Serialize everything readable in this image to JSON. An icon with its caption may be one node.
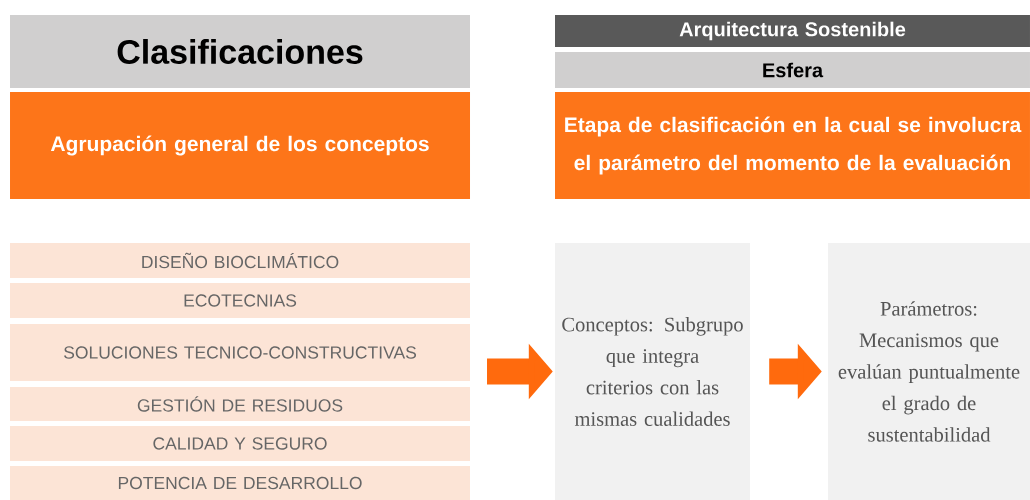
{
  "diagram": {
    "nodes": [
      {
        "text": [
          "Clasificaciones"
        ]
      },
      {
        "text": [
          "Agrupación general de los conceptos"
        ]
      },
      {
        "text": [
          "Arquitectura Sostenible"
        ]
      },
      {
        "text": [
          "Esfera"
        ]
      },
      {
        "text": [
          "Etapa de clasificación en la cual se involucra el parámetro del momento de la evaluación"
        ]
      },
      {
        "text": [
          "DISEÑO BIOCLIMÁTICO"
        ]
      },
      {
        "text": [
          "ECOTECNIAS"
        ]
      },
      {
        "text": [
          "SOLUCIONES TECNICO-CONSTRUCTIVAS"
        ]
      },
      {
        "text": [
          "GESTIÓN DE RESIDUOS"
        ]
      },
      {
        "text": [
          "CALIDAD Y SEGURO"
        ]
      },
      {
        "text": [
          "POTENCIA DE DESARROLLO"
        ]
      },
      {
        "text": [
          "Conceptos: Subgrupo que integra criterios con las mismas cualidades"
        ]
      },
      {
        "text": [
          "Parámetros: Mecanismos que evalúan puntualmente el grado de sustentabilidad"
        ]
      }
    ],
    "edges": [
      {
        "from": null,
        "to": 11,
        "arrow": "to"
      },
      {
        "from": 11,
        "to": 12,
        "arrow": "to"
      }
    ]
  }
}
